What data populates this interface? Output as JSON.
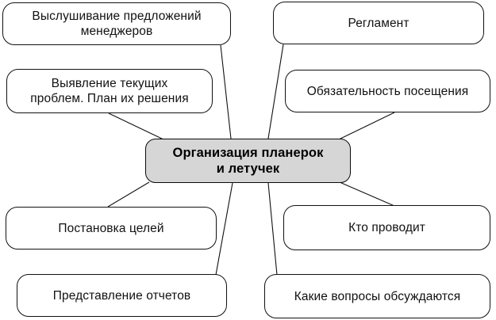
{
  "diagram": {
    "center_node": {
      "label": "Организация планерок\nи летучек"
    },
    "nodes": [
      {
        "key": "proposals",
        "label": "Выслушивание предложений\nменеджеров"
      },
      {
        "key": "reglament",
        "label": "Регламент"
      },
      {
        "key": "problems",
        "label": "Выявление текущих\nпроблем. План их решения"
      },
      {
        "key": "attendance",
        "label": "Обязательность посещения"
      },
      {
        "key": "goals",
        "label": "Постановка целей"
      },
      {
        "key": "who",
        "label": "Кто проводит"
      },
      {
        "key": "reports",
        "label": "Представление отчетов"
      },
      {
        "key": "questions",
        "label": "Какие вопросы обсуждаются"
      }
    ],
    "colors": {
      "background": "#ffffff",
      "node_fill": "#ffffff",
      "center_fill": "#d6d6d6",
      "border": "#111111",
      "connector": "#111111",
      "text": "#111111"
    }
  }
}
